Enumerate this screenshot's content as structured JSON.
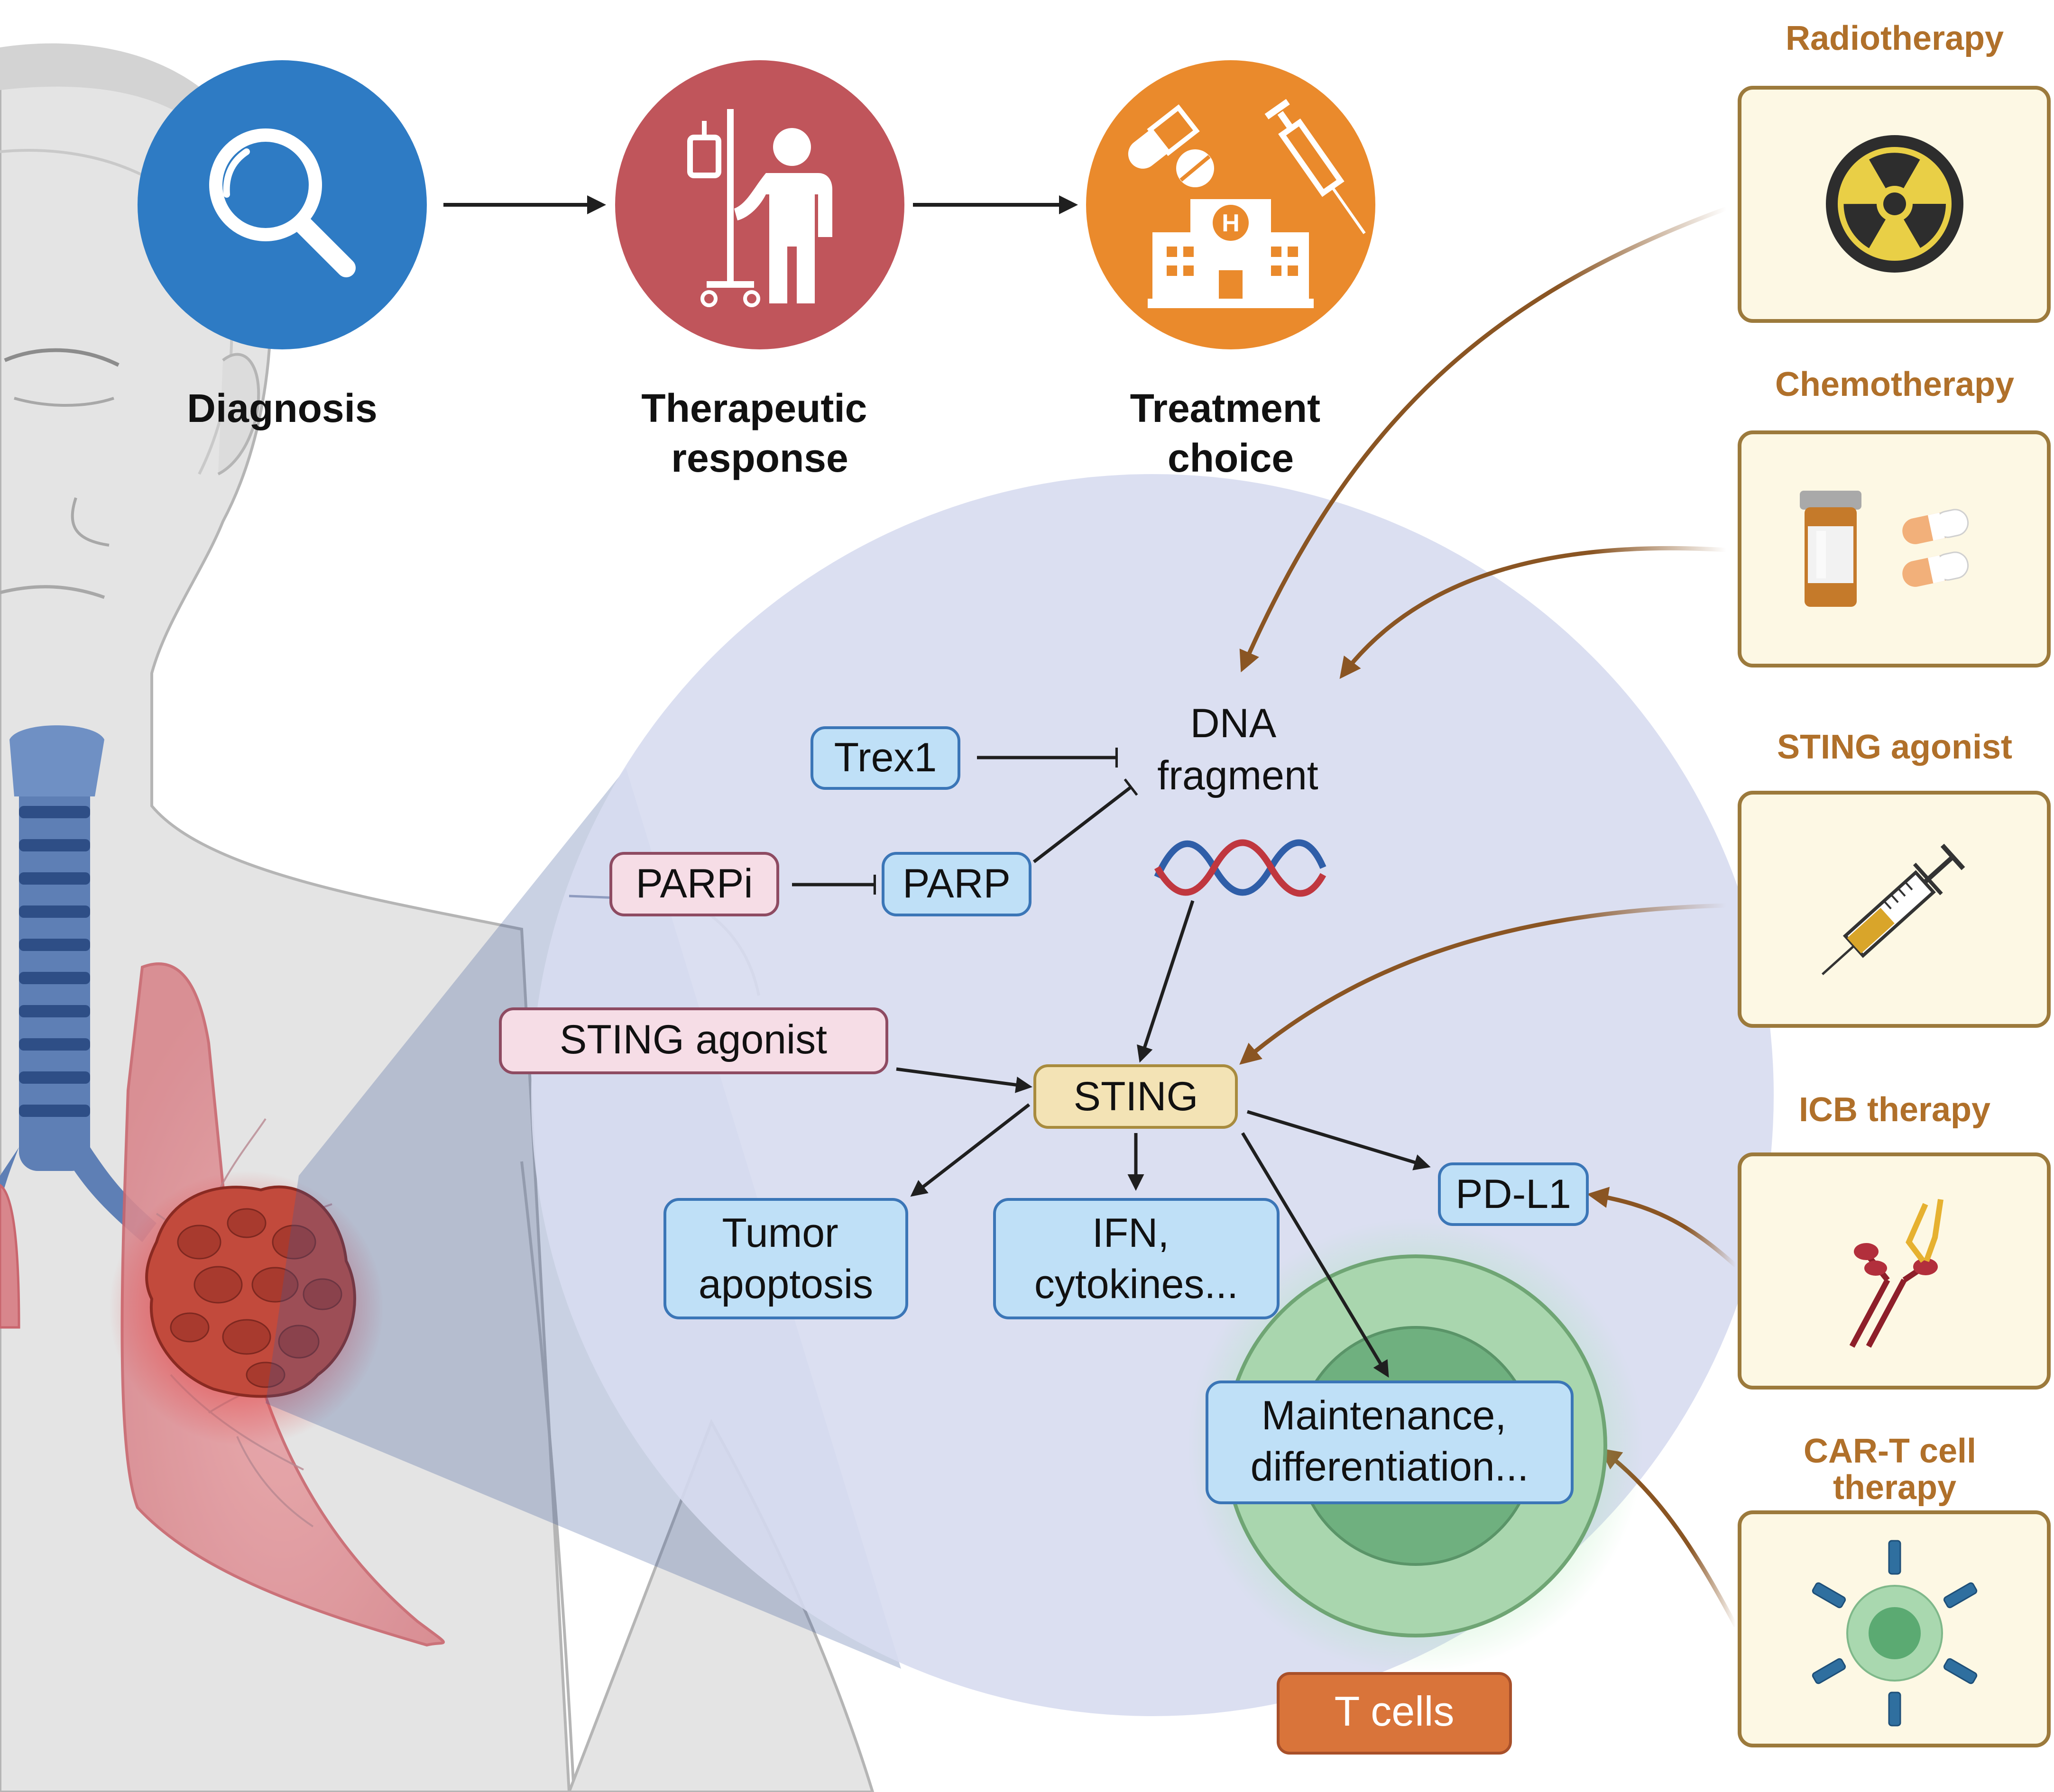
{
  "workflow": {
    "steps": [
      {
        "icon": "magnifier-icon",
        "color": "#2E7BC4",
        "label_lines": [
          "Diagnosis"
        ]
      },
      {
        "icon": "iv-drip-patient-icon",
        "color": "#C0555B",
        "label_lines": [
          "Therapeutic",
          "response"
        ]
      },
      {
        "icon": "pills-hospital-syringe-icon",
        "color": "#EA8A2C",
        "label_lines": [
          "Treatment",
          "choice"
        ]
      }
    ]
  },
  "therapies": [
    {
      "label_lines": [
        "Radiotherapy"
      ],
      "icon": "radiation-icon"
    },
    {
      "label_lines": [
        "Chemotherapy"
      ],
      "icon": "pill-bottle-icon"
    },
    {
      "label_lines": [
        "STING agonist"
      ],
      "icon": "syringe-icon"
    },
    {
      "label_lines": [
        "ICB therapy"
      ],
      "icon": "antibody-icon"
    },
    {
      "label_lines": [
        "CAR-T cell",
        "therapy"
      ],
      "icon": "car-t-cell-icon"
    }
  ],
  "pathway": {
    "dna_fragment": [
      "DNA",
      "fragment"
    ],
    "trex1": "Trex1",
    "parpi": "PARPi",
    "parp": "PARP",
    "sting_agonist": "STING agonist",
    "sting": "STING",
    "tumor_apoptosis": [
      "Tumor",
      "apoptosis"
    ],
    "ifn": [
      "IFN,",
      "cytokines..."
    ],
    "pdl1": "PD-L1",
    "maintenance": [
      "Maintenance,",
      "differentiation..."
    ],
    "t_cells": "T cells"
  },
  "colors": {
    "therapy_label": "#B0702A",
    "therapy_box_fill": "#FDF8E4",
    "therapy_box_border": "#9C7A3C",
    "treatment_arrow": "#8A5523",
    "zoom_circle": "#D7DBF0",
    "blue_node_fill": "#BFE0F7",
    "blue_node_border": "#3B76B7",
    "pink_node_fill": "#F6DDE6",
    "pink_node_border": "#8E4B62",
    "sting_fill": "#F3E3B5",
    "sting_border": "#A88B3E",
    "t_cells_fill": "#D9743A"
  }
}
